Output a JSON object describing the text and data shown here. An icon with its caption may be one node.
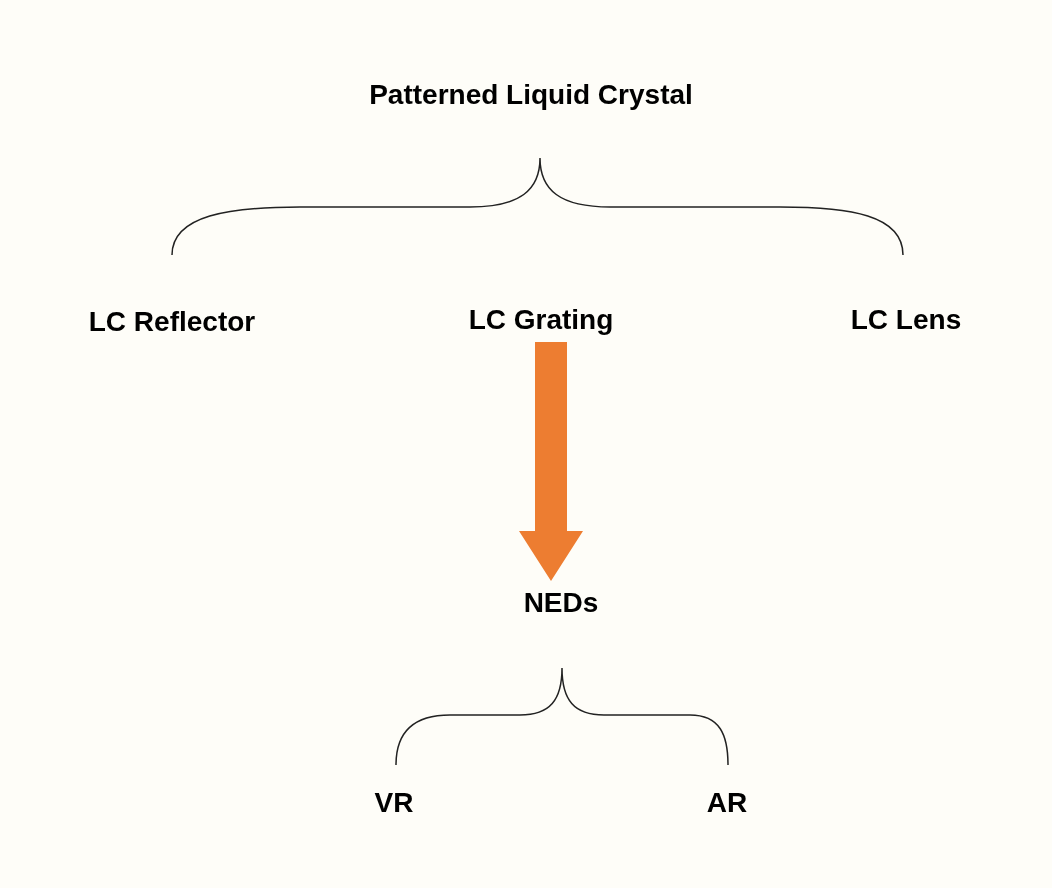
{
  "diagram": {
    "nodes": [
      {
        "text": [
          "Patterned Liquid Crystal"
        ]
      },
      {
        "text": [
          "LC Reflector"
        ]
      },
      {
        "text": [
          "LC Grating"
        ]
      },
      {
        "text": [
          "LC Lens"
        ]
      },
      {
        "text": [
          "NEDs"
        ]
      },
      {
        "text": [
          "VR"
        ]
      },
      {
        "text": [
          "AR"
        ]
      }
    ],
    "edges": [
      {
        "from": 2,
        "to": 4,
        "arrow": "to",
        "style": "thick",
        "color": "#ed7d31"
      }
    ]
  }
}
